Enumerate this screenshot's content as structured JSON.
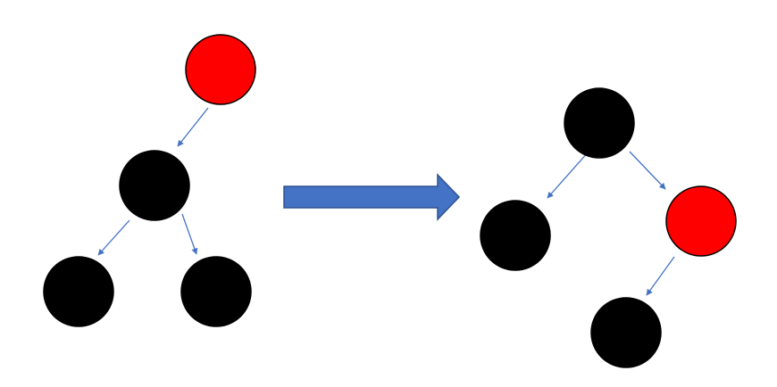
{
  "diagram": {
    "colors": {
      "background": "#ffffff",
      "black_node": "#000000",
      "red_node": "#ff0000",
      "node_outline": "#000000",
      "edge": "#4472c4",
      "transform_arrow_fill": "#4472c4",
      "transform_arrow_stroke": "#2f528f"
    },
    "before_tree": {
      "nodes": [
        {
          "id": "b_root",
          "color": "red"
        },
        {
          "id": "b_mid",
          "color": "black"
        },
        {
          "id": "b_left",
          "color": "black"
        },
        {
          "id": "b_right",
          "color": "black"
        }
      ],
      "edges": [
        {
          "from": "b_root",
          "to": "b_mid"
        },
        {
          "from": "b_mid",
          "to": "b_left"
        },
        {
          "from": "b_mid",
          "to": "b_right"
        }
      ]
    },
    "transform_arrow": {
      "icon": "right-block-arrow-icon",
      "direction": "right"
    },
    "after_tree": {
      "nodes": [
        {
          "id": "a_root",
          "color": "black"
        },
        {
          "id": "a_left",
          "color": "black"
        },
        {
          "id": "a_right",
          "color": "red"
        },
        {
          "id": "a_bottom",
          "color": "black"
        }
      ],
      "edges": [
        {
          "from": "a_root",
          "to": "a_left"
        },
        {
          "from": "a_root",
          "to": "a_right"
        },
        {
          "from": "a_right",
          "to": "a_bottom"
        }
      ]
    }
  }
}
